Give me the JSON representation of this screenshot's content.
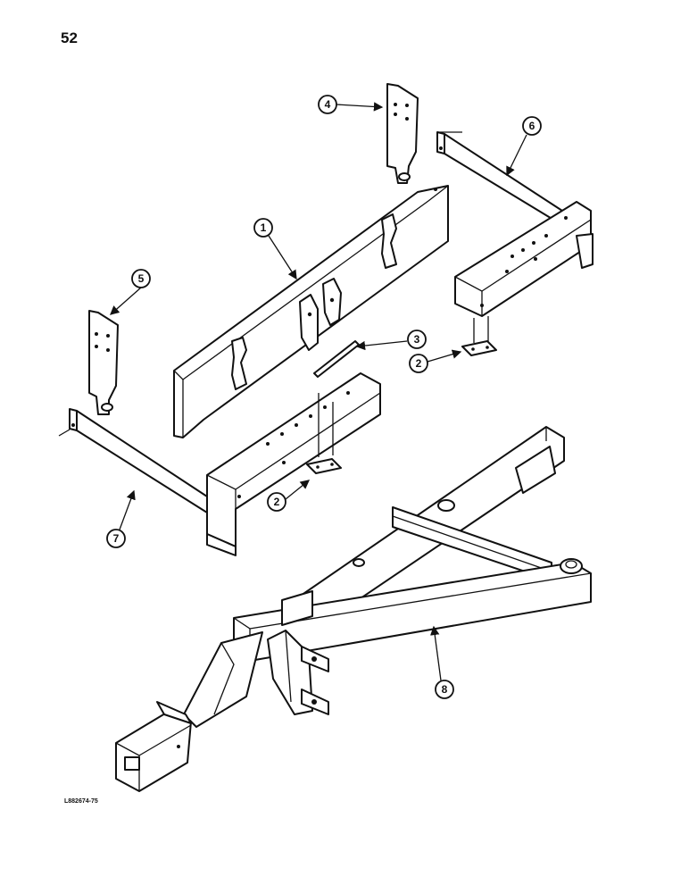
{
  "page": {
    "number": "52",
    "drawing_code": "L882674-75"
  },
  "callouts": [
    "1",
    "2",
    "2",
    "3",
    "4",
    "5",
    "6",
    "7",
    "8"
  ]
}
